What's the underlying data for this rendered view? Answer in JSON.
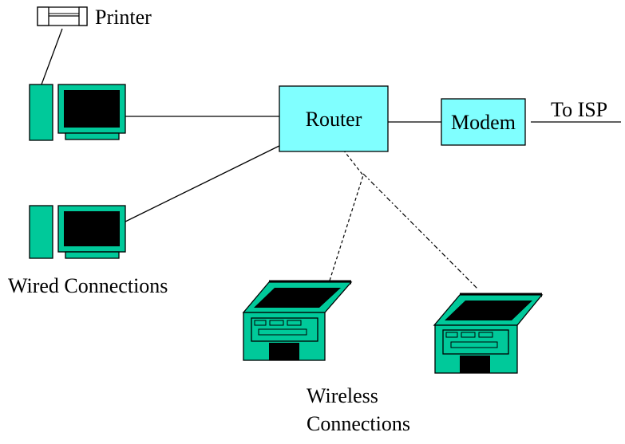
{
  "labels": {
    "printer": "Printer",
    "router": "Router",
    "modem": "Modem",
    "to_isp": "To ISP",
    "wired": "Wired Connections",
    "wireless_line1": "Wireless",
    "wireless_line2": "Connections"
  },
  "colors": {
    "device_green": "#00c99a",
    "network_cyan": "#80ffff",
    "screen_black": "#000000",
    "line": "#000000"
  },
  "icons": [
    "printer-icon",
    "desktop-computer-icon",
    "laptop-icon",
    "router-box",
    "modem-box"
  ]
}
